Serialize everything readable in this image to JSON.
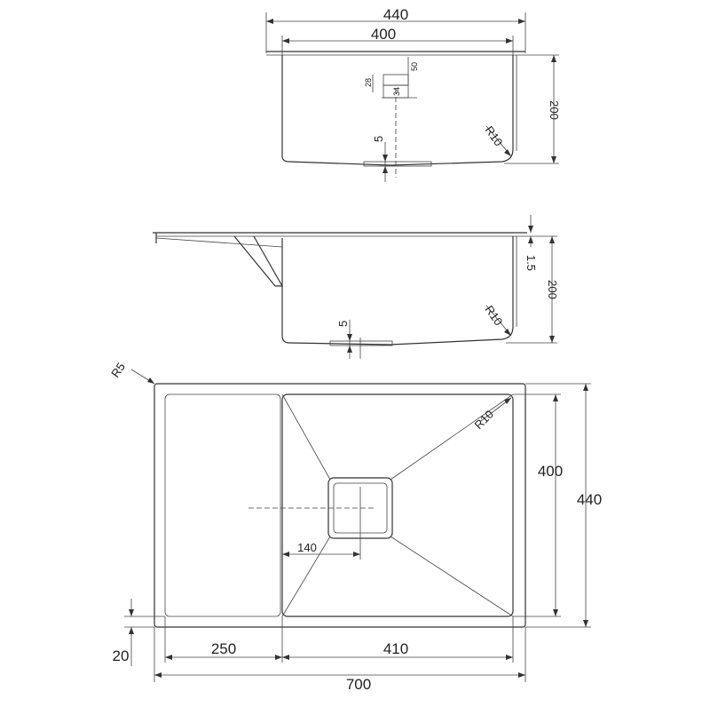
{
  "top_view": {
    "dims": {
      "outer_width": "440",
      "inner_width": "400",
      "depth": "200",
      "drain_depth": "5",
      "corner_radius": "R10",
      "drain_a": "50",
      "drain_b": "28",
      "drain_c": "34"
    }
  },
  "side_view": {
    "dims": {
      "thickness": "1.5",
      "depth": "200",
      "drain_depth": "5",
      "corner_radius": "R10"
    }
  },
  "plan_view": {
    "dims": {
      "outer_corner_radius": "R5",
      "bowl_corner_radius": "R10",
      "drain_offset": "140",
      "bowl_height": "400",
      "total_height": "440",
      "rim": "20",
      "drainboard_width": "250",
      "bowl_width": "410",
      "total_width": "700"
    }
  },
  "colors": {
    "line": "#333333",
    "background": "#ffffff"
  }
}
